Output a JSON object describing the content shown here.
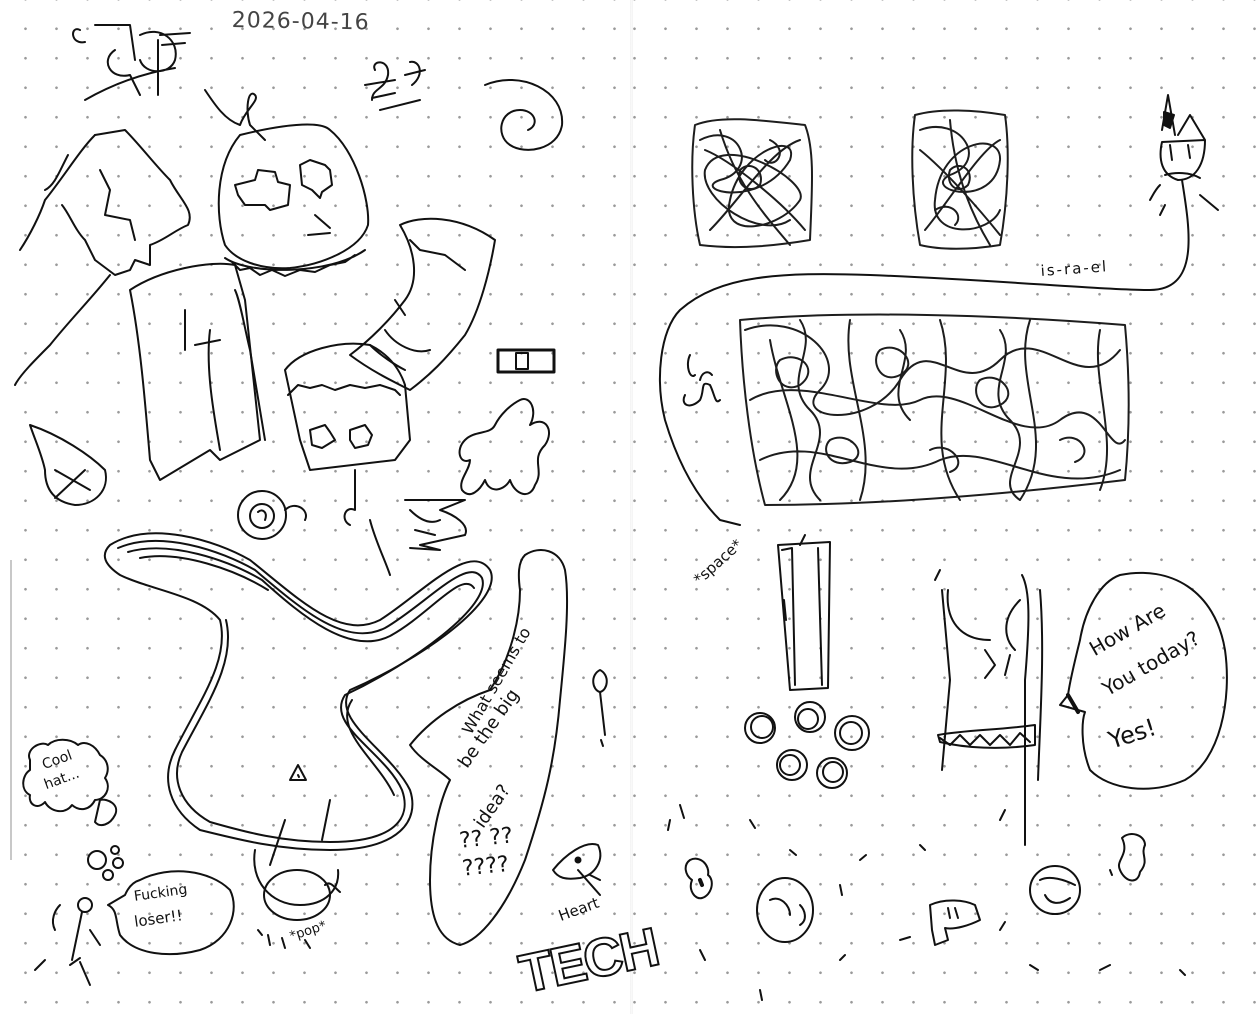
{
  "sketchbook": {
    "left_page": {
      "date": "2026-04-16",
      "speech_bubbles": [
        {
          "id": "cool-hat",
          "text_line1": "Cool",
          "text_line2": "hat...",
          "shape": "cloud"
        },
        {
          "id": "insult",
          "text_line1": "Fucking",
          "text_line2": "loser!!",
          "shape": "speech"
        },
        {
          "id": "big-idea",
          "text_line1": "What seems to",
          "text_line2": "be the big",
          "text_line3": "idea?",
          "question_marks": "?? ??  ????",
          "shape": "blob"
        }
      ],
      "labels": {
        "pop": "*pop*",
        "heart": "Heart",
        "tech": "TECH",
        "exclaim": "!"
      },
      "doodles": [
        "scribbled-glyph",
        "robot-head-with-teeth",
        "horse-head",
        "spiral",
        "tree",
        "ribbon-banner",
        "small-boxy-creature",
        "cone-with-x",
        "swirl-at-sign",
        "wavy-blob",
        "wobbly-shape-with-eye-triangle",
        "battery-box",
        "fish-heart",
        "stick-figure"
      ]
    },
    "right_page": {
      "speech_bubbles": [
        {
          "id": "how-are-you",
          "text_line1": "How Are",
          "text_line2": "You today?",
          "text_line3": "Yes!",
          "shape": "round"
        }
      ],
      "labels": {
        "israel": "is-ra-el",
        "space": "*space*"
      },
      "doodles": [
        "scribble-block-1",
        "scribble-block-2",
        "scribble-block-large",
        "rocket-cat",
        "exclamation-pillar",
        "circle-cluster",
        "tall-figure-with-band",
        "asteroids",
        "planets",
        "hand-squiggle"
      ]
    }
  },
  "colors": {
    "paper": "#ffffff",
    "ink": "#111111",
    "dot_grid": "#9a9a9a"
  }
}
